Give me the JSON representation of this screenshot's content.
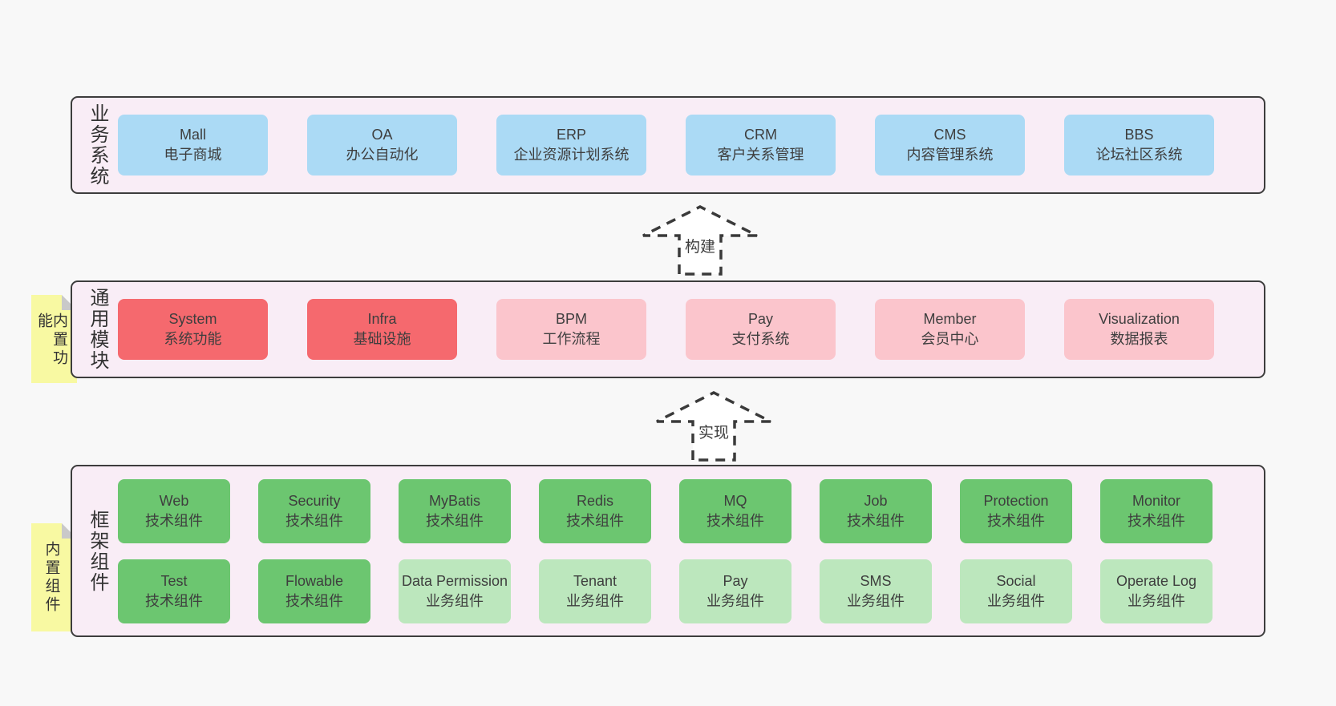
{
  "colors": {
    "bg": "#f8f8f8",
    "panel": "#f9edf6",
    "border": "#3d3d3d",
    "text": "#3e3e3e",
    "blue": "#abdaf5",
    "red": "#f5696e",
    "pink": "#fbc5cc",
    "gdark": "#6cc670",
    "glight": "#bce7bd",
    "yellow": "#f8f9a2",
    "fold": "#c9c9c9",
    "arrow": "#3a3a3a"
  },
  "arrows": [
    {
      "label": "构建"
    },
    {
      "label": "实现"
    }
  ],
  "layers": [
    {
      "label": "业务系统",
      "boxes": [
        {
          "name": "Mall",
          "subtitle": "电子商城",
          "type": "blue"
        },
        {
          "name": "OA",
          "subtitle": "办公自动化",
          "type": "blue"
        },
        {
          "name": "ERP",
          "subtitle": "企业资源计划系统",
          "type": "blue"
        },
        {
          "name": "CRM",
          "subtitle": "客户关系管理",
          "type": "blue"
        },
        {
          "name": "CMS",
          "subtitle": "内容管理系统",
          "type": "blue"
        },
        {
          "name": "BBS",
          "subtitle": "论坛社区系统",
          "type": "blue"
        }
      ]
    },
    {
      "label": "通用模块",
      "note": "内置功能",
      "boxes": [
        {
          "name": "System",
          "subtitle": "系统功能",
          "type": "red"
        },
        {
          "name": "Infra",
          "subtitle": "基础设施",
          "type": "red"
        },
        {
          "name": "BPM",
          "subtitle": "工作流程",
          "type": "pink"
        },
        {
          "name": "Pay",
          "subtitle": "支付系统",
          "type": "pink"
        },
        {
          "name": "Member",
          "subtitle": "会员中心",
          "type": "pink"
        },
        {
          "name": "Visualization",
          "subtitle": "数据报表",
          "type": "pink"
        }
      ]
    },
    {
      "label": "框架组件",
      "note": "内置组件",
      "rows": [
        [
          {
            "name": "Web",
            "subtitle": "技术组件",
            "type": "gdark"
          },
          {
            "name": "Security",
            "subtitle": "技术组件",
            "type": "gdark"
          },
          {
            "name": "MyBatis",
            "subtitle": "技术组件",
            "type": "gdark"
          },
          {
            "name": "Redis",
            "subtitle": "技术组件",
            "type": "gdark"
          },
          {
            "name": "MQ",
            "subtitle": "技术组件",
            "type": "gdark"
          },
          {
            "name": "Job",
            "subtitle": "技术组件",
            "type": "gdark"
          },
          {
            "name": "Protection",
            "subtitle": "技术组件",
            "type": "gdark"
          },
          {
            "name": "Monitor",
            "subtitle": "技术组件",
            "type": "gdark"
          }
        ],
        [
          {
            "name": "Test",
            "subtitle": "技术组件",
            "type": "gdark"
          },
          {
            "name": "Flowable",
            "subtitle": "技术组件",
            "type": "gdark"
          },
          {
            "name": "Data Permission",
            "subtitle": "业务组件",
            "type": "glight"
          },
          {
            "name": "Tenant",
            "subtitle": "业务组件",
            "type": "glight"
          },
          {
            "name": "Pay",
            "subtitle": "业务组件",
            "type": "glight"
          },
          {
            "name": "SMS",
            "subtitle": "业务组件",
            "type": "glight"
          },
          {
            "name": "Social",
            "subtitle": "业务组件",
            "type": "glight"
          },
          {
            "name": "Operate Log",
            "subtitle": "业务组件",
            "type": "glight"
          }
        ]
      ]
    }
  ]
}
